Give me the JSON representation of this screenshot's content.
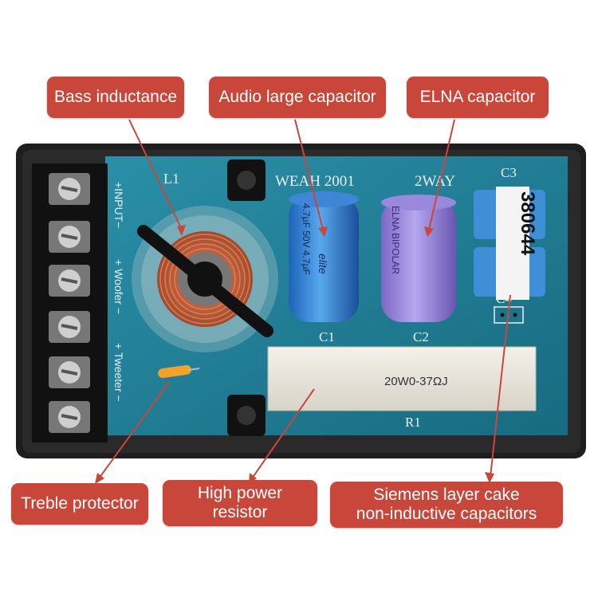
{
  "callouts": {
    "bass_inductance": "Bass inductance",
    "audio_large_capacitor": "Audio large capacitor",
    "elna_capacitor": "ELNA capacitor",
    "treble_protector": "Treble protector",
    "high_power_resistor": [
      "High power",
      "resistor"
    ],
    "siemens_capacitors": [
      "Siemens layer cake",
      "non-inductive capacitors"
    ]
  },
  "board": {
    "model": "WEAH 2001",
    "way": "2WAY",
    "ref_l1": "L1",
    "ref_c1": "C1",
    "ref_c2": "C2",
    "ref_c3": "C3",
    "ref_c4": "C4",
    "ref_r1": "R1",
    "terminal_input": "+INPUT−",
    "terminal_woofer": "+ Woofer −",
    "terminal_tweeter": "+ Tweeter −",
    "resistor_marking": "20W0-37ΩJ",
    "siemens_marking": "380644",
    "cap_c1_marking": "4.7μF 50V 4.7μF",
    "cap_c1_brand": "elite",
    "cap_c2_marking": "ELNA BIPOLAR"
  },
  "colors": {
    "label_bg": "#c9473a",
    "pcb": "#1f7f96",
    "case": "#1e1e1e",
    "arrow": "#c9473a"
  }
}
